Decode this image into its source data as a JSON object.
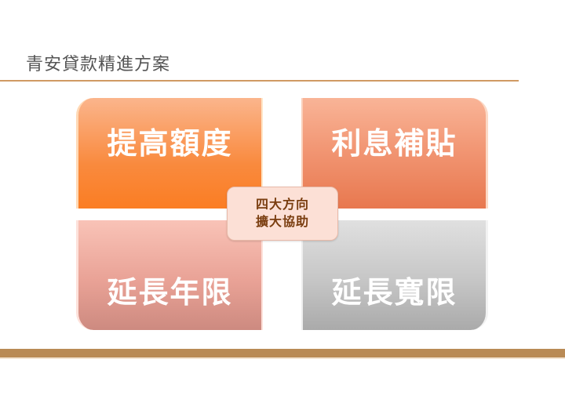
{
  "slide": {
    "title": "青安貸款精進方案",
    "center_box": {
      "line1": "四大方向",
      "line2": "擴大協助"
    },
    "quadrants": [
      {
        "position": "top-left",
        "label": "提高額度",
        "color": "#f98a3e"
      },
      {
        "position": "top-right",
        "label": "利息補貼",
        "color": "#f19471"
      },
      {
        "position": "bottom-left",
        "label": "延長年限",
        "color": "#e9a296"
      },
      {
        "position": "bottom-right",
        "label": "延長寬限",
        "color": "#c6c6c6"
      }
    ],
    "colors": {
      "title_rule": "#d09a63",
      "footer_band": "#b98a55",
      "center_fill": "#fce0d6",
      "center_text": "#7a3e10"
    }
  }
}
